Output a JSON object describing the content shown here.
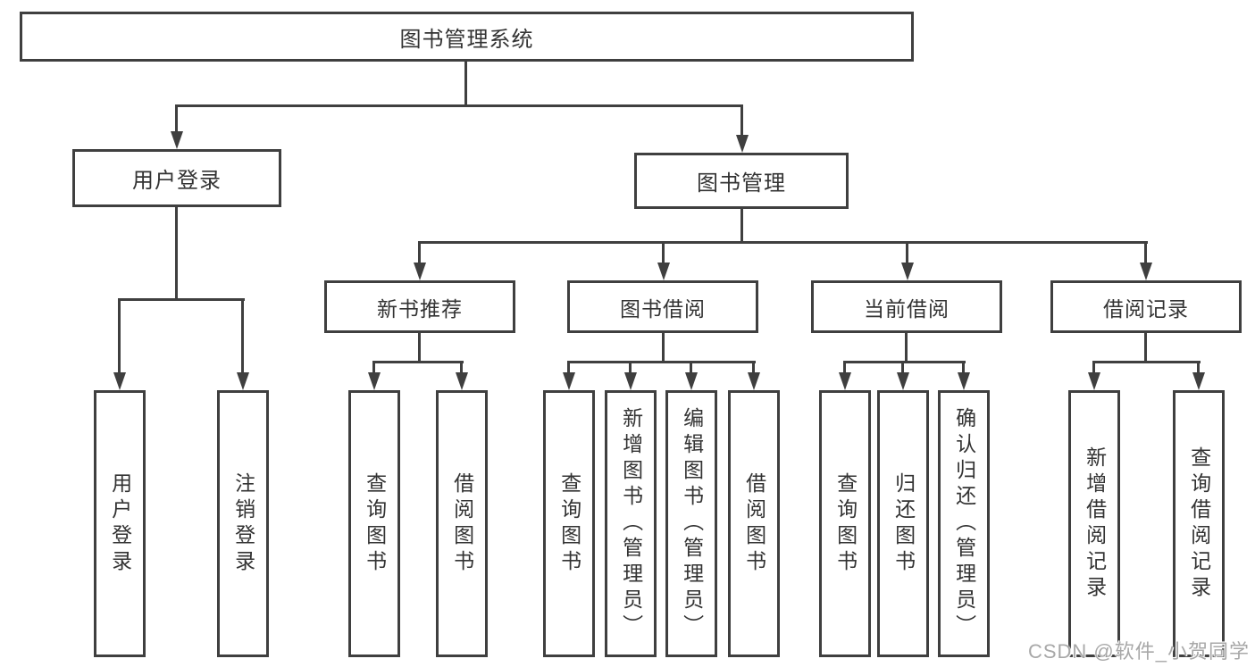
{
  "diagram_type": "hierarchy-tree",
  "colors": {
    "line": "#3f3f3f",
    "text": "#333333",
    "watermark": "#a8a8a8",
    "background": "#ffffff"
  },
  "watermark": {
    "text": "CSDN @软件_小贺同学"
  },
  "tree": {
    "label": "图书管理系统",
    "children": [
      {
        "label": "用户登录",
        "children": [
          {
            "label": "用户登录"
          },
          {
            "label": "注销登录"
          }
        ]
      },
      {
        "label": "图书管理",
        "children": [
          {
            "label": "新书推荐",
            "children": [
              {
                "label": "查询图书"
              },
              {
                "label": "借阅图书"
              }
            ]
          },
          {
            "label": "图书借阅",
            "children": [
              {
                "label": "查询图书"
              },
              {
                "label": "新增图书（管理员）"
              },
              {
                "label": "编辑图书（管理员）"
              },
              {
                "label": "借阅图书"
              }
            ]
          },
          {
            "label": "当前借阅",
            "children": [
              {
                "label": "查询图书"
              },
              {
                "label": "归还图书"
              },
              {
                "label": "确认归还（管理员）"
              }
            ]
          },
          {
            "label": "借阅记录",
            "children": [
              {
                "label": "新增借阅记录"
              },
              {
                "label": "查询借阅记录"
              }
            ]
          }
        ]
      }
    ]
  }
}
